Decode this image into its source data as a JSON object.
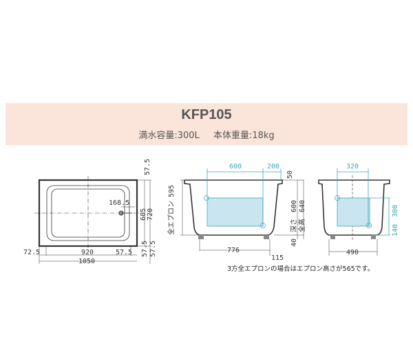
{
  "header": {
    "model": "KFP105",
    "capacity": "満水容量:300L",
    "weight": "本体重量:18kg"
  },
  "plan_view": {
    "dims": {
      "top_margin": "57.5",
      "drain_offset": "168.5",
      "inner_width": "605",
      "outer_width": "720",
      "right_margin_a": "57.5",
      "right_margin_b": "57.5",
      "left_margin": "72.5",
      "inner_length": "920",
      "bottom_margin": "57.5",
      "outer_length": "1050"
    }
  },
  "side_view": {
    "dims": {
      "window_a": "600",
      "window_b": "200",
      "rim": "50",
      "depth": "600",
      "total_height": "640",
      "depth_label": "深さ",
      "total_height_label": "全高",
      "foot": "40",
      "base_length": "776",
      "foot_offset": "115",
      "apron_label": "全エプロン",
      "apron": "595"
    }
  },
  "end_view": {
    "dims": {
      "window_width": "320",
      "window_height": "300",
      "window_bottom": "140",
      "base_width": "490"
    }
  },
  "note": "3方全エプロンの場合はエプロン高さが565です。",
  "colors": {
    "band": "#fbe4da",
    "window_fill": "#c9e5f0",
    "window_line": "#3aa6c0"
  }
}
